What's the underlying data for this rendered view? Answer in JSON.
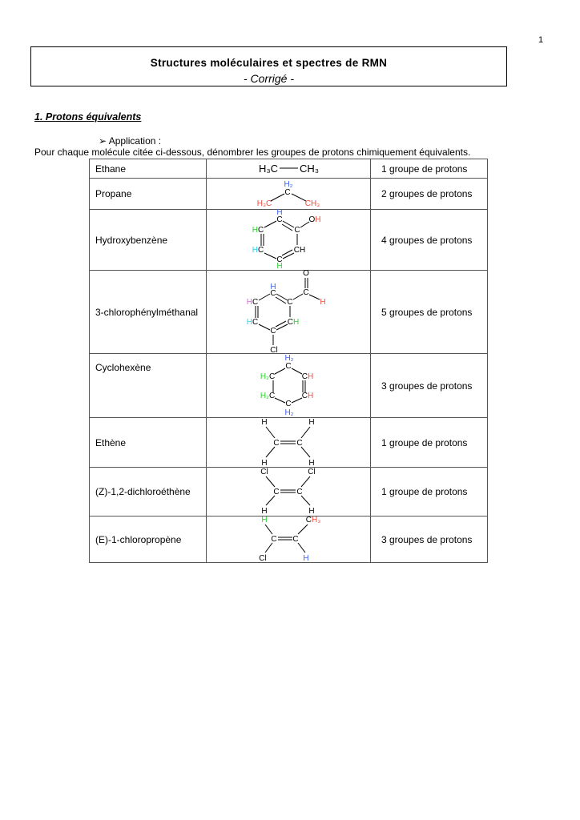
{
  "page_number": "1",
  "title": "Structures moléculaires et spectres de RMN",
  "subtitle": "- Corrigé -",
  "section": "1. Protons équivalents",
  "application": "➢   Application :",
  "intro": "Pour chaque molécule citée ci-dessous, dénombrer les groupes de protons chimiquement équivalents.",
  "colors": {
    "blue": "#3a5ff0",
    "red": "#f04a3a",
    "green": "#2bd42b",
    "cyan": "#22d0ee",
    "magenta": "#e060e0"
  },
  "rows": [
    {
      "name": "Ethane",
      "result": "1 groupe de protons",
      "atoms": [
        "H₃C",
        "CH₃"
      ]
    },
    {
      "name": "Propane",
      "result": "2 groupes de protons",
      "atoms": [
        "H₂",
        "C",
        "H₃C",
        "CH₃"
      ]
    },
    {
      "name": "Hydroxybenzène",
      "result": "4 groupes de protons",
      "atoms": [
        "H",
        "C",
        "O",
        "H",
        "C",
        "H",
        "C",
        "H",
        "C",
        "C",
        "H",
        "C",
        "H"
      ]
    },
    {
      "name": "3-chlorophénylméthanal",
      "result": "5 groupes de protons",
      "atoms": [
        "O",
        "C",
        "H",
        "H",
        "C",
        "H",
        "C",
        "C",
        "H",
        "C",
        "C",
        "H",
        "C",
        "Cl"
      ]
    },
    {
      "name": "Cyclohexène",
      "result": "3 groupes de protons",
      "atoms": [
        "H₂",
        "C",
        "H₂",
        "C",
        "C",
        "H",
        "H₂",
        "C",
        "C",
        "H",
        "C",
        "H₂"
      ]
    },
    {
      "name": "Ethène",
      "result": "1 groupe de protons",
      "atoms": [
        "H",
        "H",
        "C",
        "C",
        "H",
        "H"
      ]
    },
    {
      "name": "(Z)-1,2-dichloroéthène",
      "result": "1 groupe de protons",
      "atoms": [
        "Cl",
        "Cl",
        "C",
        "C",
        "H",
        "H"
      ]
    },
    {
      "name": "(E)-1-chloropropène",
      "result": "3 groupes de protons",
      "atoms": [
        "H",
        "C",
        "H₃",
        "C",
        "C",
        "Cl",
        "H"
      ]
    }
  ]
}
